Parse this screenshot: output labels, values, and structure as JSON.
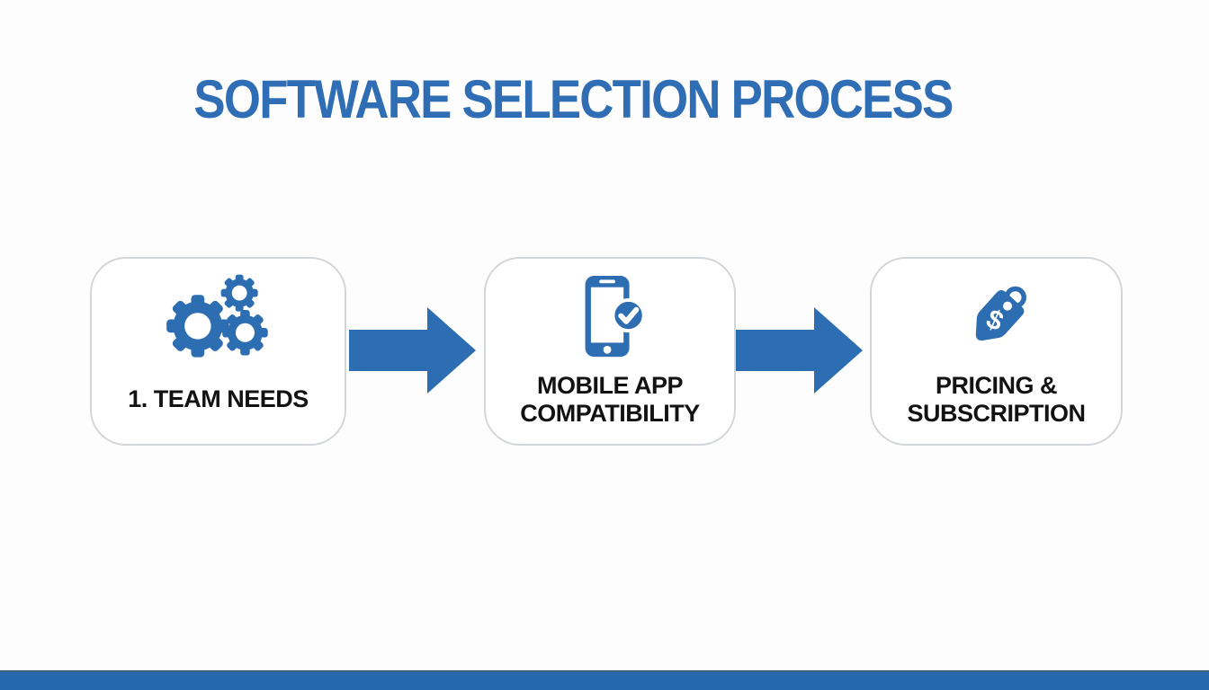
{
  "page": {
    "title": "SOFTWARE SELECTION PROCESS"
  },
  "steps": [
    {
      "label": "1. TEAM NEEDS",
      "icon": "gears-icon"
    },
    {
      "label": "MOBILE APP COMPATIBILITY",
      "icon": "mobile-app-check-icon"
    },
    {
      "label": "PRICING & SUBSCRIPTION",
      "icon": "price-tag-icon"
    }
  ],
  "connectors": [
    {
      "icon": "arrow-right-icon"
    },
    {
      "icon": "arrow-right-icon"
    }
  ],
  "colors": {
    "title_blue": "#2f6eb4",
    "icon_blue": "#2d6db1",
    "arrow_blue": "#2d6db1",
    "footer_bar_blue": "#2569ac",
    "label_text": "#121212",
    "box_border": "#d3d6d9",
    "background": "#fdfdfd"
  }
}
